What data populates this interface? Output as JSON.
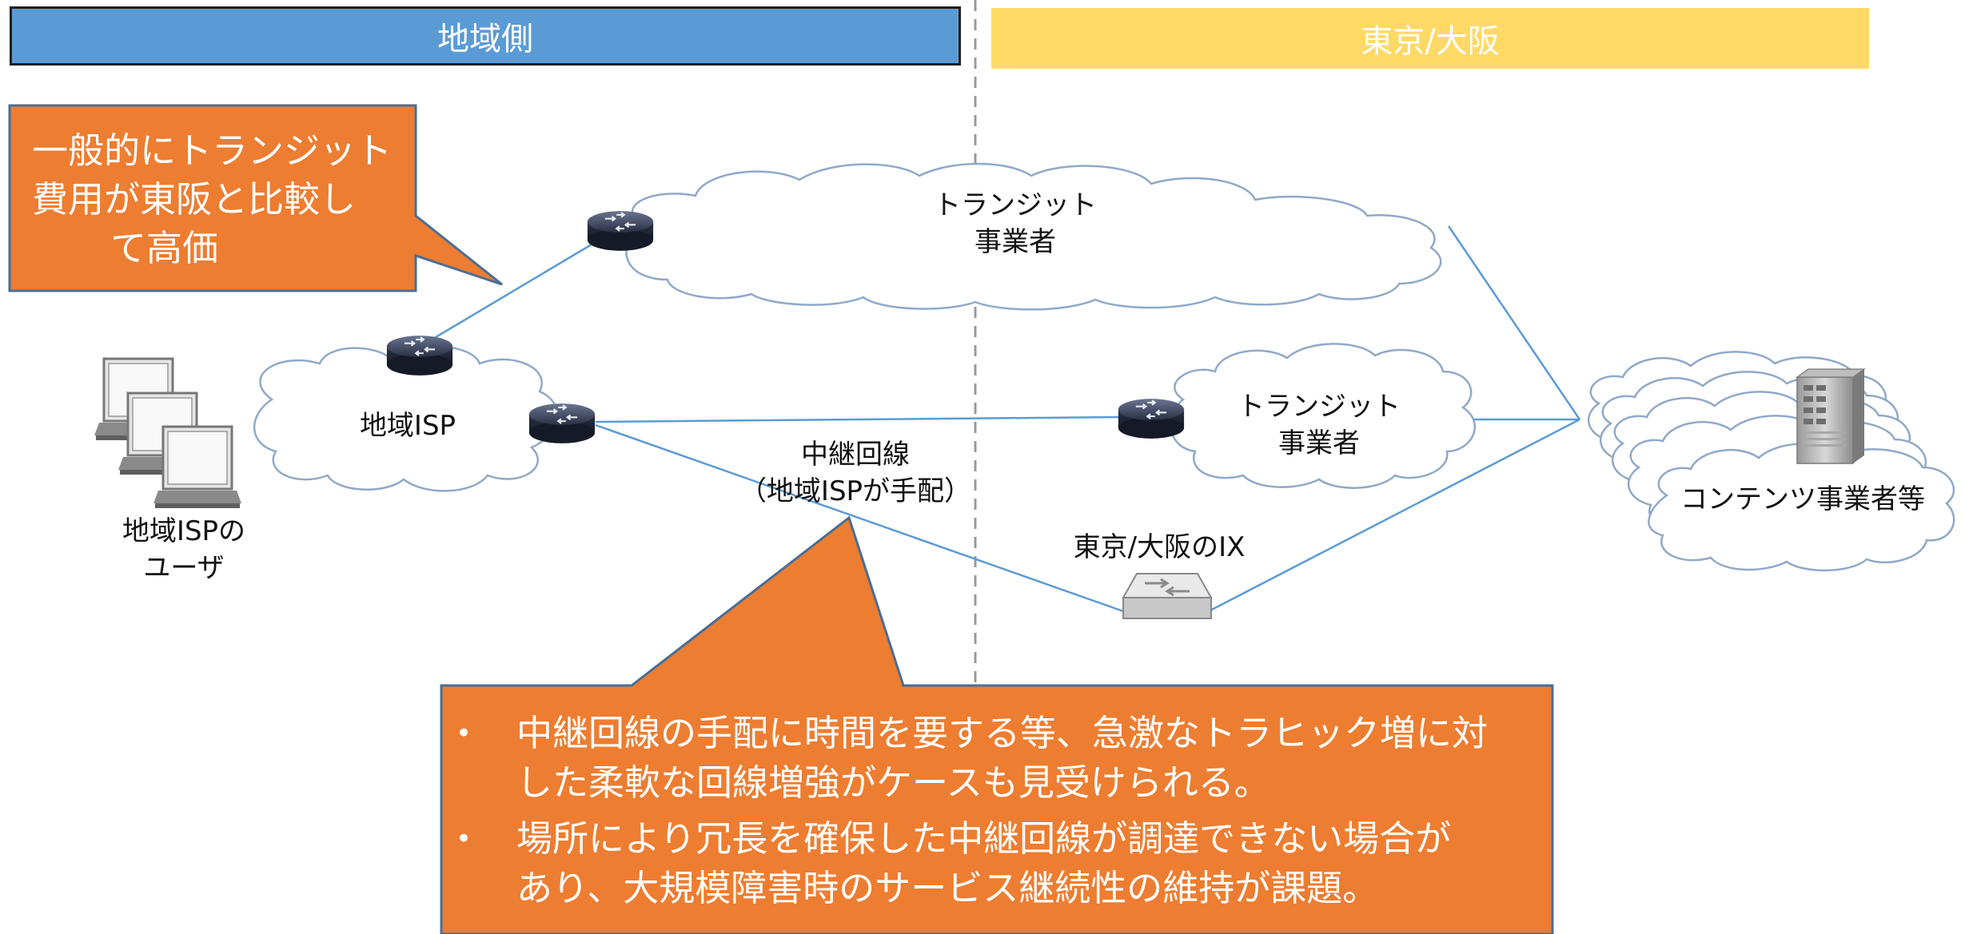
{
  "headers": {
    "left": "地域側",
    "right": "東京/大阪"
  },
  "callouts": {
    "transit_cost": [
      "一般的にトランジット",
      "費用が東阪と比較し",
      "て高価"
    ],
    "issues": [
      [
        "中継回線の手配に時間を要する等、急激なトラヒック増に対",
        "した柔軟な回線増強がケースも見受けられる。"
      ],
      [
        "場所により冗長を確保した中継回線が調達できない場合が",
        "あり、大規模障害時のサービス継続性の維持が課題。"
      ]
    ],
    "bullet": "•"
  },
  "nodes": {
    "users": [
      "地域ISPの",
      "ユーザ"
    ],
    "regional_isp": "地域ISP",
    "transit_top": [
      "トランジット",
      "事業者"
    ],
    "transit_mid": [
      "トランジット",
      "事業者"
    ],
    "content_providers": "コンテンツ事業者等",
    "ix": "東京/大阪のIX",
    "relay_line": [
      "中継回線",
      "（地域ISPが手配）"
    ]
  },
  "colors": {
    "header_left": "#5b9bd5",
    "header_right": "#ffd966",
    "callout": "#ed7d31",
    "link": "#5b9bd5",
    "cloud_stroke": "#8fa9c8"
  }
}
